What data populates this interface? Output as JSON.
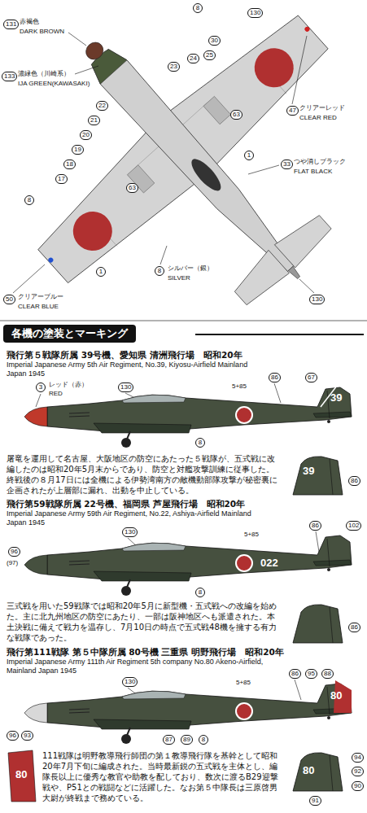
{
  "diagram": {
    "nodes": [
      {
        "text": [
          "各機の塗装とマーキング"
        ]
      }
    ],
    "labels": [
      "8",
      "130",
      "131",
      "赤褐色",
      "DARK BROWN",
      "30",
      "25",
      "24",
      "23",
      "133",
      "濃緑色（川崎系）",
      "IJA GREEN(KAWASAKI)",
      "22",
      "21",
      "20",
      "19",
      "18",
      "17",
      "63",
      "47",
      "クリアーレッド",
      "CLEAR RED",
      "8",
      "63",
      "1",
      "1",
      "8",
      "シルバー（銀）",
      "SILVER",
      "33",
      "つや消しブラック",
      "FLAT BLACK",
      "130",
      "50",
      "クリアーブルー",
      "CLEAR BLUE",
      "飛行第５戦隊所属 39号機、愛知県 清洲飛行場　昭和20年",
      "Imperial Japanese Army 5th Air Regiment, No.39, Kiyosu-Airfield Mainland Japan 1945",
      "3",
      "レッド（赤）",
      "RED",
      "130",
      "5+85",
      "86",
      "67",
      "39",
      "8",
      "39",
      "86",
      "屠竜を運用して名古屋、大阪地区の防空にあたった５戦隊が、五式戦に改編したのは昭和20年5月末からであり、防空と対艦攻撃訓練に従事した。終戦後の８月17日には全機による伊勢湾南方の敵機動部隊攻撃が秘密裏に企画されたが上層部に漏れ、出動を中止している。",
      "飛行第59戦隊所属 22号機、福岡県 芦屋飛行場　昭和20年",
      "Imperial Japanese Army 59th Air Regiment, No.22, Ashiya-Airfield Mainland Japan 1945",
      "130",
      "5+85",
      "86",
      "102",
      "96",
      "(97)",
      "022",
      "8",
      "86",
      "三式戦を用いた59戦隊では昭和20年5月に新型機・五式戦への改編を始めた。主に北九州地区の防空にあたり、一部は阪神地区へも派遣された。本土決戦に備えて戦力を温存し、7月10日の時点で五式戦48機を擁する有力な戦隊であった。",
      "飛行第111戦隊 第５中隊所属 80号機 三重県 明野飛行場　昭和20年",
      "Imperial Japanese Army 111th Air Regiment 5th company No.80 Akeno-Airfield, Mainland Japan 1945",
      "130",
      "5+85",
      "86",
      "95",
      "88",
      "80",
      "96",
      "93",
      "87",
      "89",
      "8",
      "80",
      "80",
      "94",
      "92",
      "90",
      "91",
      "111戦隊は明野教導飛行師団の第１教導飛行隊を基幹として昭和20年7月下旬に編成された。当時最新鋭の五式戦を主体とし、編隊長以上に優秀な教官や助教を配しており、数次に渡るB29迎撃戦や、P51との戦闘などに活躍した。なお第５中隊長は三原啓男大尉が終戦まで務めている。"
    ]
  }
}
